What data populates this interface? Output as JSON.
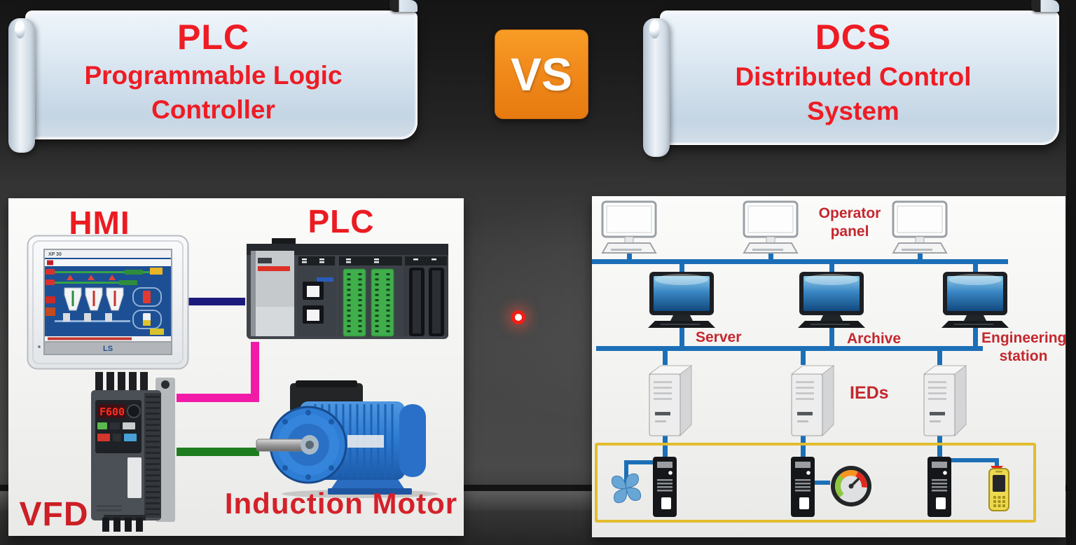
{
  "banners": {
    "left": {
      "title": "PLC",
      "subtitle": "Programmable Logic Controller"
    },
    "vs": "VS",
    "right": {
      "title": "DCS",
      "subtitle": "Distributed Control System"
    }
  },
  "plc_diagram": {
    "hmi_label": "HMI",
    "plc_label": "PLC",
    "vfd_label": "VFD",
    "motor_label": "Induction Motor",
    "hmi_model": "XP 30",
    "hmi_brand": "LS",
    "vfd_display": "F600"
  },
  "dcs_diagram": {
    "operator_panel_label": "Operator panel",
    "server_label": "Server",
    "archive_label": "Archive",
    "engineering_label": "Engineering station",
    "ieds_label": "IEDs"
  },
  "colors": {
    "banner_text_red": "#ee1c24",
    "diagram_label_red": "#d42129",
    "dcs_label_red": "#c4272e",
    "vs_orange": "#f18a1b",
    "bus_blue": "#1c6fb7",
    "hmi_plc_line_navy": "#1b1b7e",
    "plc_vfd_line_pink": "#f21ba8",
    "vfd_motor_line_green": "#1e7d1f",
    "io_box_yellow": "#e2bd2f"
  }
}
